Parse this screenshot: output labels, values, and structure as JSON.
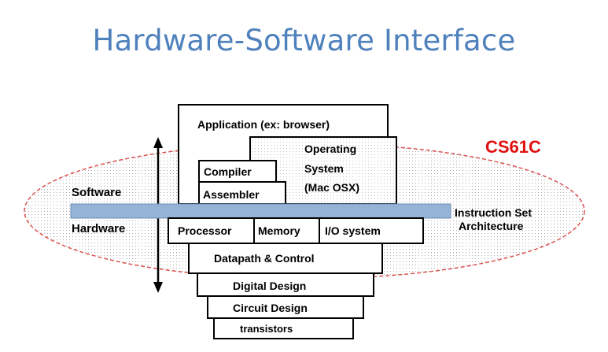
{
  "title": "Hardware-Software Interface",
  "course_label": "CS61C",
  "labels": {
    "software": "Software",
    "hardware": "Hardware",
    "isa_line1": "Instruction Set",
    "isa_line2": "Architecture"
  },
  "layers": {
    "application": "Application (ex: browser)",
    "os_line1": "Operating",
    "os_line2": "System",
    "os_line3": "(Mac OSX)",
    "compiler": "Compiler",
    "assembler": "Assembler",
    "processor": "Processor",
    "memory": "Memory",
    "io_system": "I/O system",
    "datapath": "Datapath & Control",
    "digital_design": "Digital Design",
    "circuit_design": "Circuit Design",
    "transistors": "transistors"
  },
  "colors": {
    "title": "#4f81bd",
    "course_label": "#e01010",
    "ellipse_stroke": "#d9534f",
    "isa_bar": "#95b3d7"
  }
}
